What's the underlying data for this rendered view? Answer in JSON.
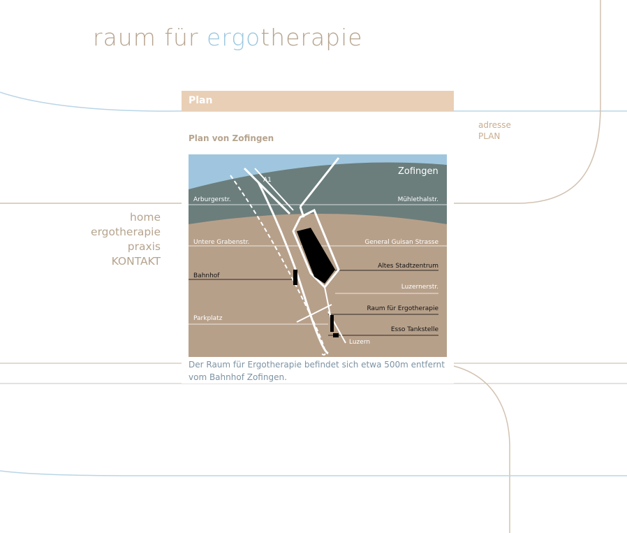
{
  "logo": {
    "part1": "raum für ",
    "accent": "ergo",
    "part2": "therapie"
  },
  "header": {
    "title": "Plan"
  },
  "subnav": {
    "items": [
      "adresse",
      "PLAN"
    ]
  },
  "nav": {
    "items": [
      "home",
      "ergotherapie",
      "praxis",
      "KONTAKT"
    ]
  },
  "content": {
    "title": "Plan von Zofingen",
    "caption": "Der Raum für Ergotherapie befindet sich etwa 500m entfernt vom Bahnhof Zofingen."
  },
  "map": {
    "city": "Zofingen",
    "labels": {
      "a1": "A1",
      "arburgerstr": "Arburgerstr.",
      "muehlethalstr": "Mühlethalstr.",
      "untere_grabenstr": "Untere Grabenstr.",
      "general_guisan": "General Guisan Strasse",
      "altes_stadtzentrum": "Altes Stadtzentrum",
      "bahnhof": "Bahnhof",
      "luzernerstr": "Luzernerstr.",
      "raum_ergo": "Raum für Ergotherapie",
      "parkplatz": "Parkplatz",
      "esso": "Esso Tankstelle",
      "luzern": "Luzern"
    },
    "colors": {
      "sky": "#9fc6de",
      "hills": "#6b7e7c",
      "town": "#b7a08a",
      "center": "#000000"
    }
  },
  "colors": {
    "brand_text": "#b6a48e",
    "brand_accent": "#9cc8e0",
    "header_bar": "#e9cfb5",
    "caption_text": "#7d93a4",
    "line_beige": "#d2c2b1",
    "line_blue": "#b9d5e6"
  }
}
